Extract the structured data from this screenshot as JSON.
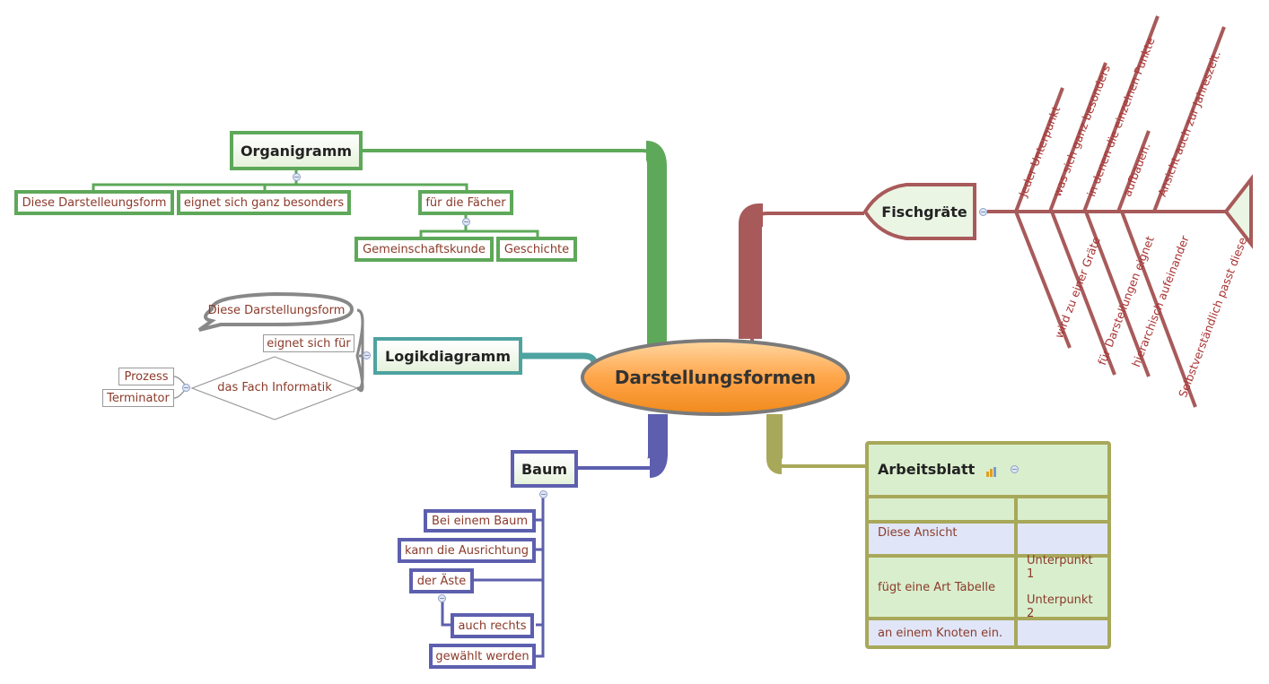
{
  "central": {
    "label": "Darstellungsformen"
  },
  "organigramm": {
    "label": "Organigramm",
    "children": [
      "Diese Darstelleungsform",
      "eignet sich ganz besonders",
      "für die Fächer"
    ],
    "subchildren": [
      "Gemeinschaftskunde",
      "Geschichte"
    ]
  },
  "logik": {
    "label": "Logikdiagramm",
    "callout": "Diese Darstellungsform",
    "link": "eignet sich für",
    "decision": "das Fach Informatik",
    "outputs": [
      "Prozess",
      "Terminator"
    ]
  },
  "baum": {
    "label": "Baum",
    "children": [
      "Bei einem Baum",
      "kann die Ausrichtung",
      "der Äste",
      "auch rechts",
      "gewählt werden"
    ]
  },
  "fisch": {
    "label": "Fischgräte",
    "top": [
      "Jeder Unterpunkt",
      "was sich ganz besonders",
      "in denen die einzelnen Punkte",
      "aufbauen.",
      "Ansicht auch zur Jahreszeit."
    ],
    "bottom": [
      "wird zu einer Gräte",
      "für Darstellungen eignet",
      "hierarchisch aufeinander",
      "Selbstverständlich passt diese"
    ]
  },
  "arbeitsblatt": {
    "label": "Arbeitsblatt",
    "rows": [
      {
        "left": "",
        "right": ""
      },
      {
        "left": "Diese Ansicht",
        "right": ""
      },
      {
        "left": "fügt eine Art Tabelle",
        "right": "",
        "right1": "Unterpunkt 1",
        "right2": "Unterpunkt 2"
      },
      {
        "left": "an einem Knoten ein.",
        "right": ""
      }
    ]
  },
  "colors": {
    "green": "#5ea85a",
    "red": "#a85a5a",
    "blue": "#5d5fae",
    "teal": "#4ea3a0",
    "olive": "#a8a85a",
    "orange": "#f08a1c"
  }
}
